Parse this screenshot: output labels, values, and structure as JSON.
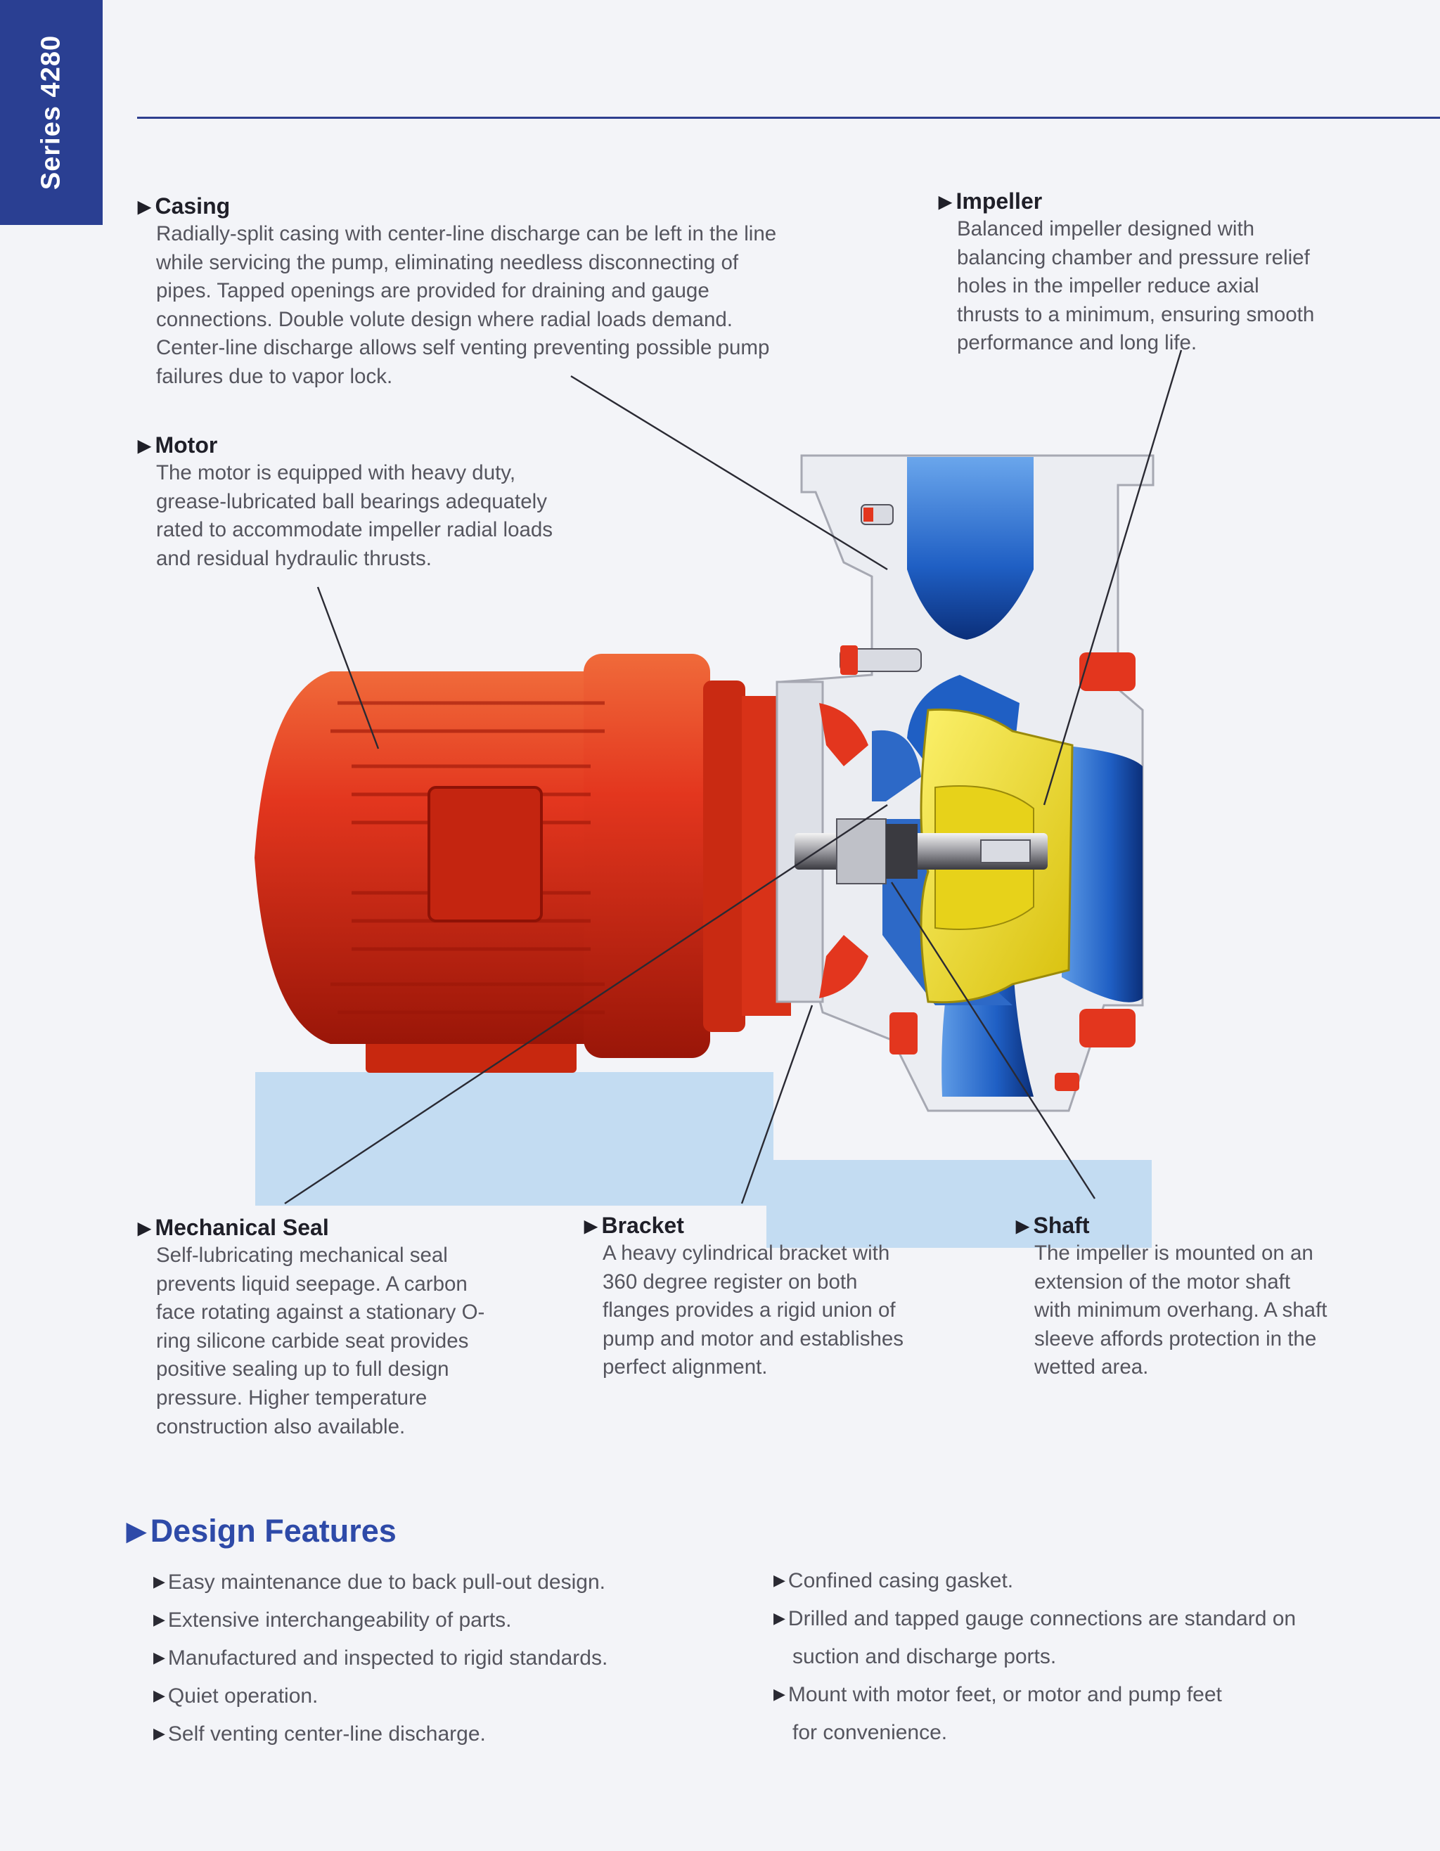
{
  "series_tab": "Series 4280",
  "callouts": {
    "casing": {
      "title": "Casing",
      "lines": [
        "Radially-split casing with center-line discharge can be left in the line",
        "while servicing the pump, eliminating needless disconnecting of",
        "pipes. Tapped openings are provided for draining and gauge",
        "connections. Double volute design where radial loads demand.",
        "Center-line discharge allows self venting preventing possible pump",
        "failures due to vapor lock."
      ]
    },
    "impeller": {
      "title": "Impeller",
      "lines": [
        "Balanced impeller designed with",
        "balancing chamber and pressure relief",
        "holes in the impeller reduce axial",
        "thrusts to a minimum, ensuring smooth",
        "performance and long life."
      ]
    },
    "motor": {
      "title": "Motor",
      "lines": [
        "The motor is equipped with heavy duty,",
        "grease-lubricated ball bearings adequately",
        "rated to accommodate impeller radial loads",
        "and residual hydraulic thrusts."
      ]
    },
    "mechanical_seal": {
      "title": "Mechanical Seal",
      "lines": [
        "Self-lubricating mechanical seal",
        "prevents liquid seepage. A carbon",
        "face rotating against a stationary O-",
        "ring silicone carbide seat provides",
        "positive sealing up to full design",
        "pressure. Higher temperature",
        "construction also available."
      ]
    },
    "bracket": {
      "title": "Bracket",
      "lines": [
        "A heavy cylindrical bracket with",
        "360 degree register on both",
        "flanges provides a rigid union of",
        "pump and motor and establishes",
        "perfect alignment."
      ]
    },
    "shaft": {
      "title": "Shaft",
      "lines": [
        "The impeller is mounted on an",
        "extension of the motor shaft",
        "with minimum overhang. A shaft",
        "sleeve affords protection in the",
        "wetted area."
      ]
    }
  },
  "design_features": {
    "title": "Design Features",
    "left": [
      "Easy maintenance due to back pull-out design.",
      "Extensive interchangeability of parts.",
      "Manufactured and inspected to rigid standards.",
      "Quiet operation.",
      "Self venting center-line discharge."
    ],
    "right": [
      {
        "text": "Confined casing gasket."
      },
      {
        "text": "Drilled and tapped gauge connections are standard on",
        "cont": "suction and discharge ports."
      },
      {
        "text": "Mount with motor feet, or motor and pump feet",
        "cont": "for convenience."
      }
    ]
  },
  "colors": {
    "tab": "#2a3f92",
    "motor_red": "#e3361e",
    "water_blue": "#1f5fc4",
    "impeller_yellow": "#f2e11a",
    "base_blue": "#c3dcf2",
    "title_blue": "#2e4aa8"
  }
}
